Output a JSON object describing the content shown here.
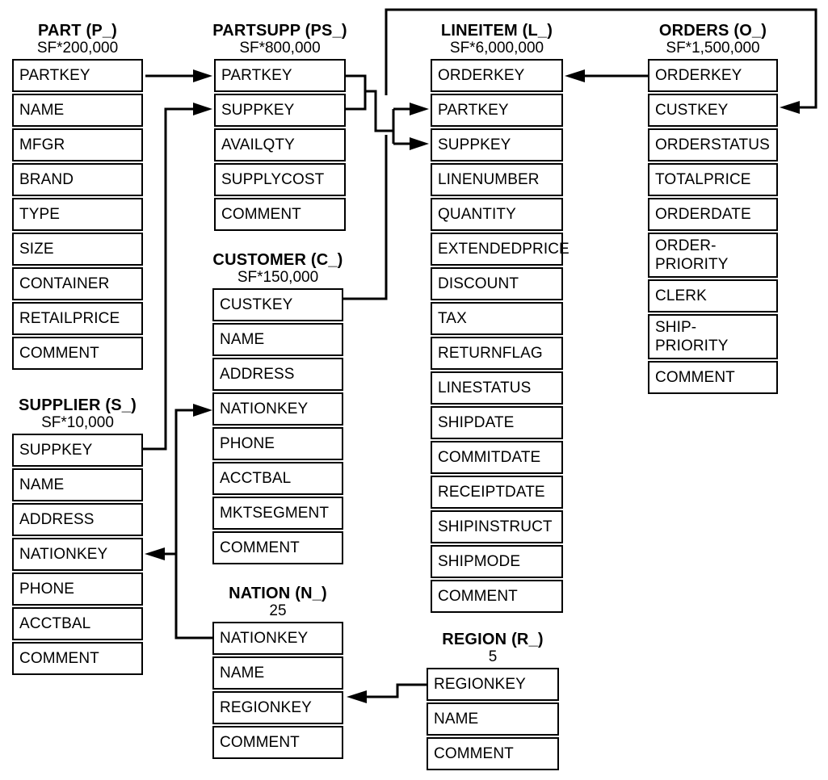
{
  "tables": [
    {
      "name": "PART (P_)",
      "cardinality": "SF*200,000",
      "columns": [
        "PARTKEY",
        "NAME",
        "MFGR",
        "BRAND",
        "TYPE",
        "SIZE",
        "CONTAINER",
        "RETAILPRICE",
        "COMMENT"
      ]
    },
    {
      "name": "PARTSUPP (PS_)",
      "cardinality": "SF*800,000",
      "columns": [
        "PARTKEY",
        "SUPPKEY",
        "AVAILQTY",
        "SUPPLYCOST",
        "COMMENT"
      ]
    },
    {
      "name": "LINEITEM (L_)",
      "cardinality": "SF*6,000,000",
      "columns": [
        "ORDERKEY",
        "PARTKEY",
        "SUPPKEY",
        "LINENUMBER",
        "QUANTITY",
        "EXTENDEDPRICE",
        "DISCOUNT",
        "TAX",
        "RETURNFLAG",
        "LINESTATUS",
        "SHIPDATE",
        "COMMITDATE",
        "RECEIPTDATE",
        "SHIPINSTRUCT",
        "SHIPMODE",
        "COMMENT"
      ]
    },
    {
      "name": "ORDERS (O_)",
      "cardinality": "SF*1,500,000",
      "columns": [
        "ORDERKEY",
        "CUSTKEY",
        "ORDERSTATUS",
        "TOTALPRICE",
        "ORDERDATE",
        "ORDER-PRIORITY",
        "CLERK",
        "SHIP-PRIORITY",
        "COMMENT"
      ]
    },
    {
      "name": "SUPPLIER (S_)",
      "cardinality": "SF*10,000",
      "columns": [
        "SUPPKEY",
        "NAME",
        "ADDRESS",
        "NATIONKEY",
        "PHONE",
        "ACCTBAL",
        "COMMENT"
      ]
    },
    {
      "name": "CUSTOMER (C_)",
      "cardinality": "SF*150,000",
      "columns": [
        "CUSTKEY",
        "NAME",
        "ADDRESS",
        "NATIONKEY",
        "PHONE",
        "ACCTBAL",
        "MKTSEGMENT",
        "COMMENT"
      ]
    },
    {
      "name": "NATION (N_)",
      "cardinality": "25",
      "columns": [
        "NATIONKEY",
        "NAME",
        "REGIONKEY",
        "COMMENT"
      ]
    },
    {
      "name": "REGION (R_)",
      "cardinality": "5",
      "columns": [
        "REGIONKEY",
        "NAME",
        "COMMENT"
      ]
    }
  ],
  "relations": [
    {
      "from": "PART.PARTKEY",
      "to": "PARTSUPP.PARTKEY"
    },
    {
      "from": "SUPPLIER.SUPPKEY",
      "to": "PARTSUPP.SUPPKEY"
    },
    {
      "from": "PARTSUPP.PARTKEY",
      "to": "LINEITEM.PARTKEY"
    },
    {
      "from": "PARTSUPP.SUPPKEY",
      "to": "LINEITEM.SUPPKEY"
    },
    {
      "from": "ORDERS.ORDERKEY",
      "to": "LINEITEM.ORDERKEY"
    },
    {
      "from": "CUSTOMER.CUSTKEY",
      "to": "ORDERS.CUSTKEY"
    },
    {
      "from": "NATION.NATIONKEY",
      "to": "SUPPLIER.NATIONKEY"
    },
    {
      "from": "NATION.NATIONKEY",
      "to": "CUSTOMER.NATIONKEY"
    },
    {
      "from": "REGION.REGIONKEY",
      "to": "NATION.REGIONKEY"
    }
  ],
  "colors": {
    "line": "#000000",
    "background": "#ffffff",
    "text": "#000000"
  }
}
